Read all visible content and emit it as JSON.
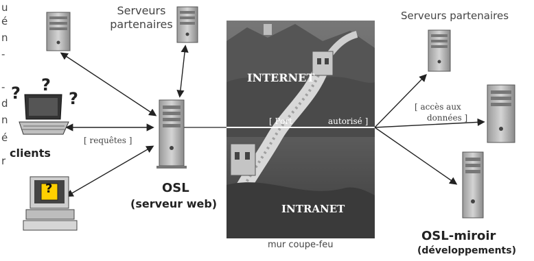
{
  "left_edge_chars": [
    "u",
    "é",
    "n",
    "-",
    "-",
    "d",
    "n",
    "é",
    "r"
  ],
  "labels": {
    "servers_left": "Serveurs partenaires",
    "servers_right": "Serveurs partenaires",
    "clients": "clients",
    "requests": "[ requêtes ]",
    "osl_title": "OSL",
    "osl_subtitle": "(serveur web)",
    "internet": "INTERNET",
    "intranet": "INTRANET",
    "port_left": "[ Port",
    "port_right": "autorisé ]",
    "access_line1": "[ accès aux",
    "access_line2": "données ]",
    "firewall_caption": "mur coupe-feu",
    "mirror_title": "OSL-miroir",
    "mirror_subtitle": "(développements)",
    "question_marks": [
      "?",
      "?",
      "?"
    ],
    "screen_question": "?"
  },
  "colors": {
    "arrow": "#222222",
    "tower_body": "#b0b0b0",
    "tower_shadow": "#6e6e6e",
    "wall_sky": "#8a8a8a",
    "wall_stone": "#cfcfcf",
    "monitor_screen": "#ffd000"
  }
}
